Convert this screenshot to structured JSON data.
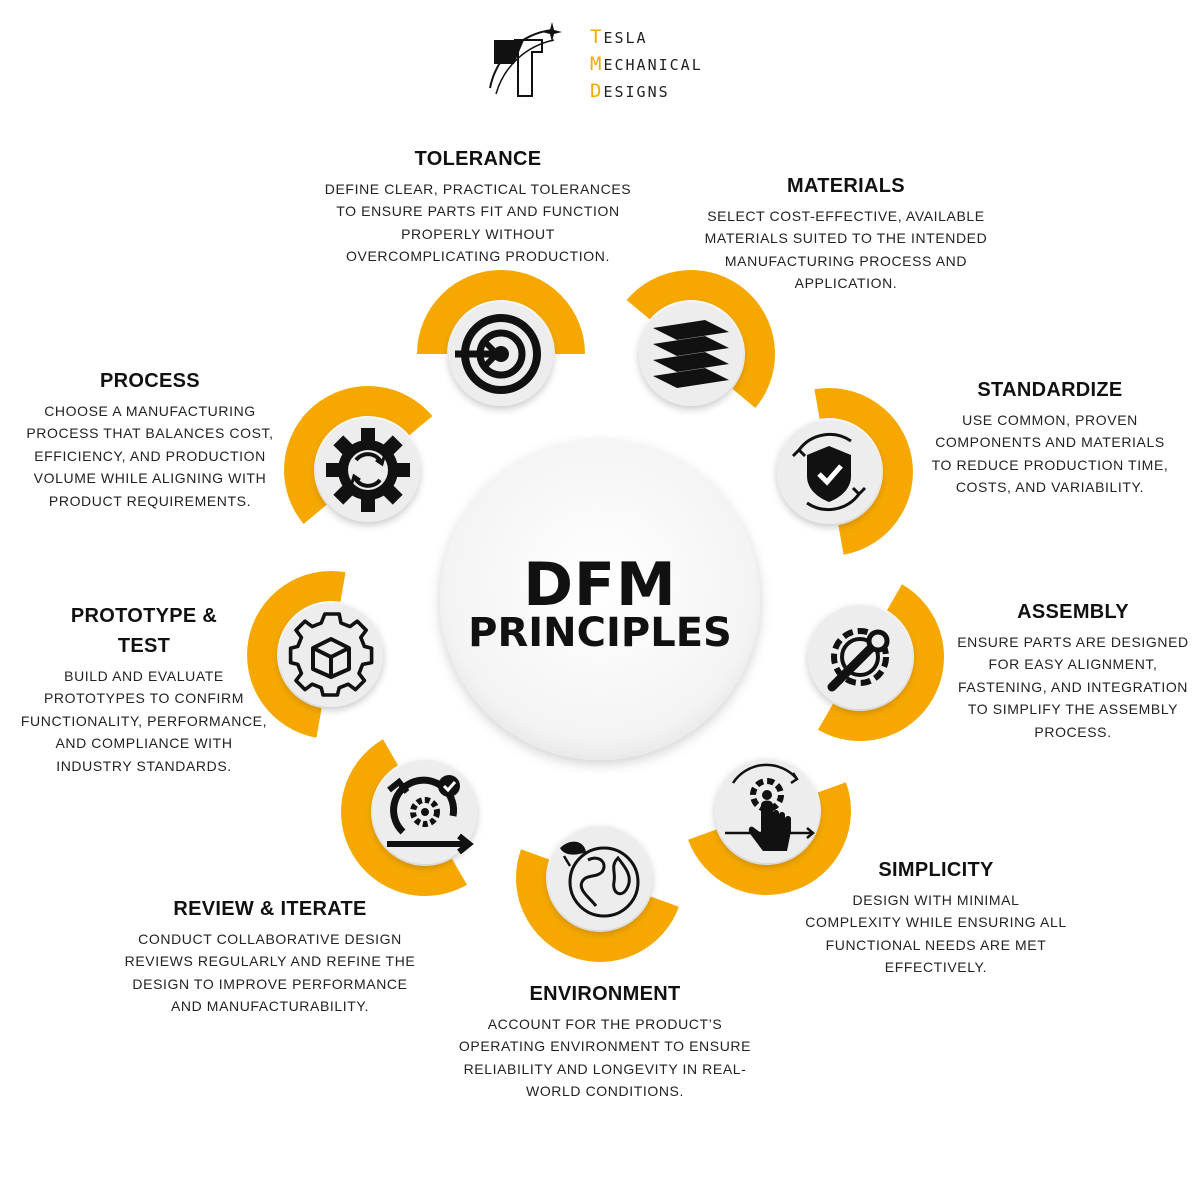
{
  "logo": {
    "line1_initial": "T",
    "line1_rest": "ESLA",
    "line2_initial": "M",
    "line2_rest": "ECHANICAL",
    "line3_initial": "D",
    "line3_rest": "ESIGNS"
  },
  "center": {
    "title_line1": "DFM",
    "title_line2": "PRINCIPLES"
  },
  "principles": [
    {
      "id": "tolerance",
      "icon": "target-icon",
      "title": "TOLERANCE",
      "description": [
        "DEFINE CLEAR, PRACTICAL TOLERANCES",
        "TO ENSURE PARTS FIT AND FUNCTION",
        "PROPERLY WITHOUT",
        "OVERCOMPLICATING PRODUCTION."
      ]
    },
    {
      "id": "materials",
      "icon": "layers-icon",
      "title": "MATERIALS",
      "description": [
        "SELECT COST-EFFECTIVE, AVAILABLE",
        "MATERIALS SUITED TO THE INTENDED",
        "MANUFACTURING PROCESS AND",
        "APPLICATION."
      ]
    },
    {
      "id": "standardize",
      "icon": "shield-check-icon",
      "title": "STANDARDIZE",
      "description": [
        "USE COMMON, PROVEN",
        "COMPONENTS AND MATERIALS",
        "TO REDUCE PRODUCTION TIME,",
        "COSTS, AND VARIABILITY."
      ]
    },
    {
      "id": "assembly",
      "icon": "wrench-gear-icon",
      "title": "ASSEMBLY",
      "description": [
        "ENSURE PARTS ARE DESIGNED",
        "FOR EASY ALIGNMENT,",
        "FASTENING, AND INTEGRATION",
        "TO SIMPLIFY THE ASSEMBLY",
        "PROCESS."
      ]
    },
    {
      "id": "simplicity",
      "icon": "hand-gear-icon",
      "title": "SIMPLICITY",
      "description": [
        "DESIGN WITH MINIMAL",
        "COMPLEXITY WHILE ENSURING ALL",
        "FUNCTIONAL NEEDS ARE MET",
        "EFFECTIVELY."
      ]
    },
    {
      "id": "environment",
      "icon": "globe-leaf-icon",
      "title": "ENVIRONMENT",
      "description": [
        "ACCOUNT FOR THE PRODUCT’S",
        "OPERATING ENVIRONMENT TO ENSURE",
        "RELIABILITY AND LONGEVITY IN REAL-",
        "WORLD CONDITIONS."
      ]
    },
    {
      "id": "review",
      "icon": "gear-cycle-check-icon",
      "title": "REVIEW & ITERATE",
      "description": [
        "CONDUCT COLLABORATIVE DESIGN",
        "REVIEWS REGULARLY AND REFINE THE",
        "DESIGN TO IMPROVE PERFORMANCE",
        "AND MANUFACTURABILITY."
      ]
    },
    {
      "id": "prototype",
      "icon": "gear-box-icon",
      "title_lines": [
        "PROTOTYPE &",
        "TEST"
      ],
      "description": [
        "BUILD AND EVALUATE",
        "PROTOTYPES TO CONFIRM",
        "FUNCTIONALITY, PERFORMANCE,",
        "AND COMPLIANCE WITH",
        "INDUSTRY STANDARDS."
      ]
    },
    {
      "id": "process",
      "icon": "gear-sync-icon",
      "title": "PROCESS",
      "description": [
        "CHOOSE A MANUFACTURING",
        "PROCESS THAT BALANCES COST,",
        "EFFICIENCY, AND PRODUCTION",
        "VOLUME WHILE ALIGNING WITH",
        "PRODUCT REQUIREMENTS."
      ]
    }
  ],
  "colors": {
    "accent": "#f6a800",
    "circle_fill": "#ededed",
    "text": "#111111"
  }
}
